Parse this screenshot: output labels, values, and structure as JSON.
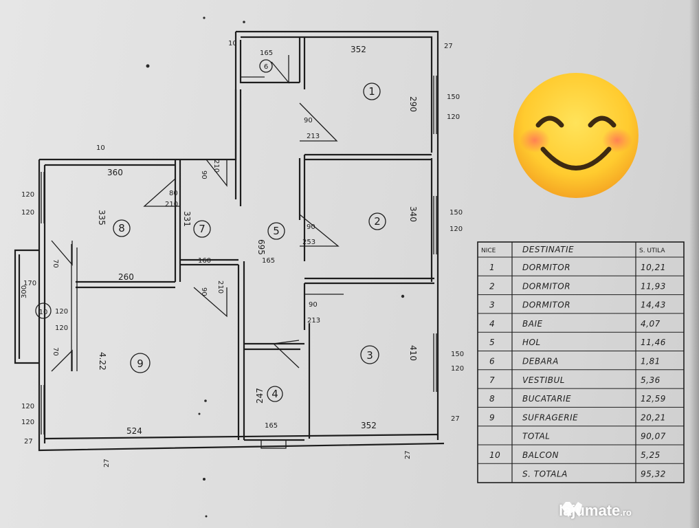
{
  "plan": {
    "rooms": [
      {
        "num": "1",
        "area_label": "290"
      },
      {
        "num": "2",
        "area_label": "340"
      },
      {
        "num": "3",
        "area_label": "410"
      },
      {
        "num": "4",
        "area_label": "247"
      },
      {
        "num": "5",
        "area_label": "695"
      },
      {
        "num": "6"
      },
      {
        "num": "7",
        "area_label": "331"
      },
      {
        "num": "8",
        "area_label": "335"
      },
      {
        "num": "9",
        "area_label": "4.22"
      },
      {
        "num": "10",
        "area_label": "300"
      }
    ],
    "dimensions": {
      "top_width": "352",
      "top_small": "165",
      "wall_10a": "10",
      "wall_10b": "10",
      "wall_27_tr": "27",
      "window_r1a": "150",
      "window_r1b": "120",
      "window_r2a": "150",
      "window_r2b": "120",
      "window_r3a": "150",
      "window_r3b": "120",
      "wall_27_br": "27",
      "wall_27_bl": "27",
      "wall_27_bottom_l": "27",
      "wall_27_bottom_r": "27",
      "w_360": "360",
      "w_260": "260",
      "w_170": "170",
      "w_524": "524",
      "w_352b": "352",
      "w_165b": "165",
      "w_160": "160",
      "w_165c": "165",
      "win_l1a": "120",
      "win_l1b": "120",
      "win_l2a": "120",
      "win_l2b": "120",
      "win_l3a": "120",
      "win_l3b": "120",
      "door_90_210_a": "90",
      "door_90_210_b": "210",
      "door_80": "80",
      "door_210": "210",
      "door_90a": "90",
      "door_213": "213",
      "door_90b": "90",
      "door_253": "253",
      "door_90c": "90",
      "door_213b": "213",
      "door_90d": "90",
      "door_210d": "210",
      "door_70a": "70",
      "door_70b": "70"
    }
  },
  "table": {
    "headers": [
      "NICE",
      "DESTINATIE",
      "S. UTILA"
    ],
    "rows": [
      {
        "n": "1",
        "dest": "DORMITOR",
        "s": "10,21"
      },
      {
        "n": "2",
        "dest": "DORMITOR",
        "s": "11,93"
      },
      {
        "n": "3",
        "dest": "DORMITOR",
        "s": "14,43"
      },
      {
        "n": "4",
        "dest": "BAIE",
        "s": "4,07"
      },
      {
        "n": "5",
        "dest": "HOL",
        "s": "11,46"
      },
      {
        "n": "6",
        "dest": "DEBARA",
        "s": "1,81"
      },
      {
        "n": "7",
        "dest": "VESTIBUL",
        "s": "5,36"
      },
      {
        "n": "8",
        "dest": "BUCATARIE",
        "s": "12,59"
      },
      {
        "n": "9",
        "dest": "SUFRAGERIE",
        "s": "20,21"
      },
      {
        "n": "",
        "dest": "TOTAL",
        "s": "90,07"
      },
      {
        "n": "10",
        "dest": "BALCON",
        "s": "5,25"
      },
      {
        "n": "",
        "dest": "S. TOTALA",
        "s": "95,32"
      }
    ]
  },
  "watermark": {
    "brand": "lajumate",
    "tld": ".ro",
    "icon": "hearts-logo-icon"
  },
  "emoji": {
    "icon": "smiling-face-emoji-icon"
  }
}
